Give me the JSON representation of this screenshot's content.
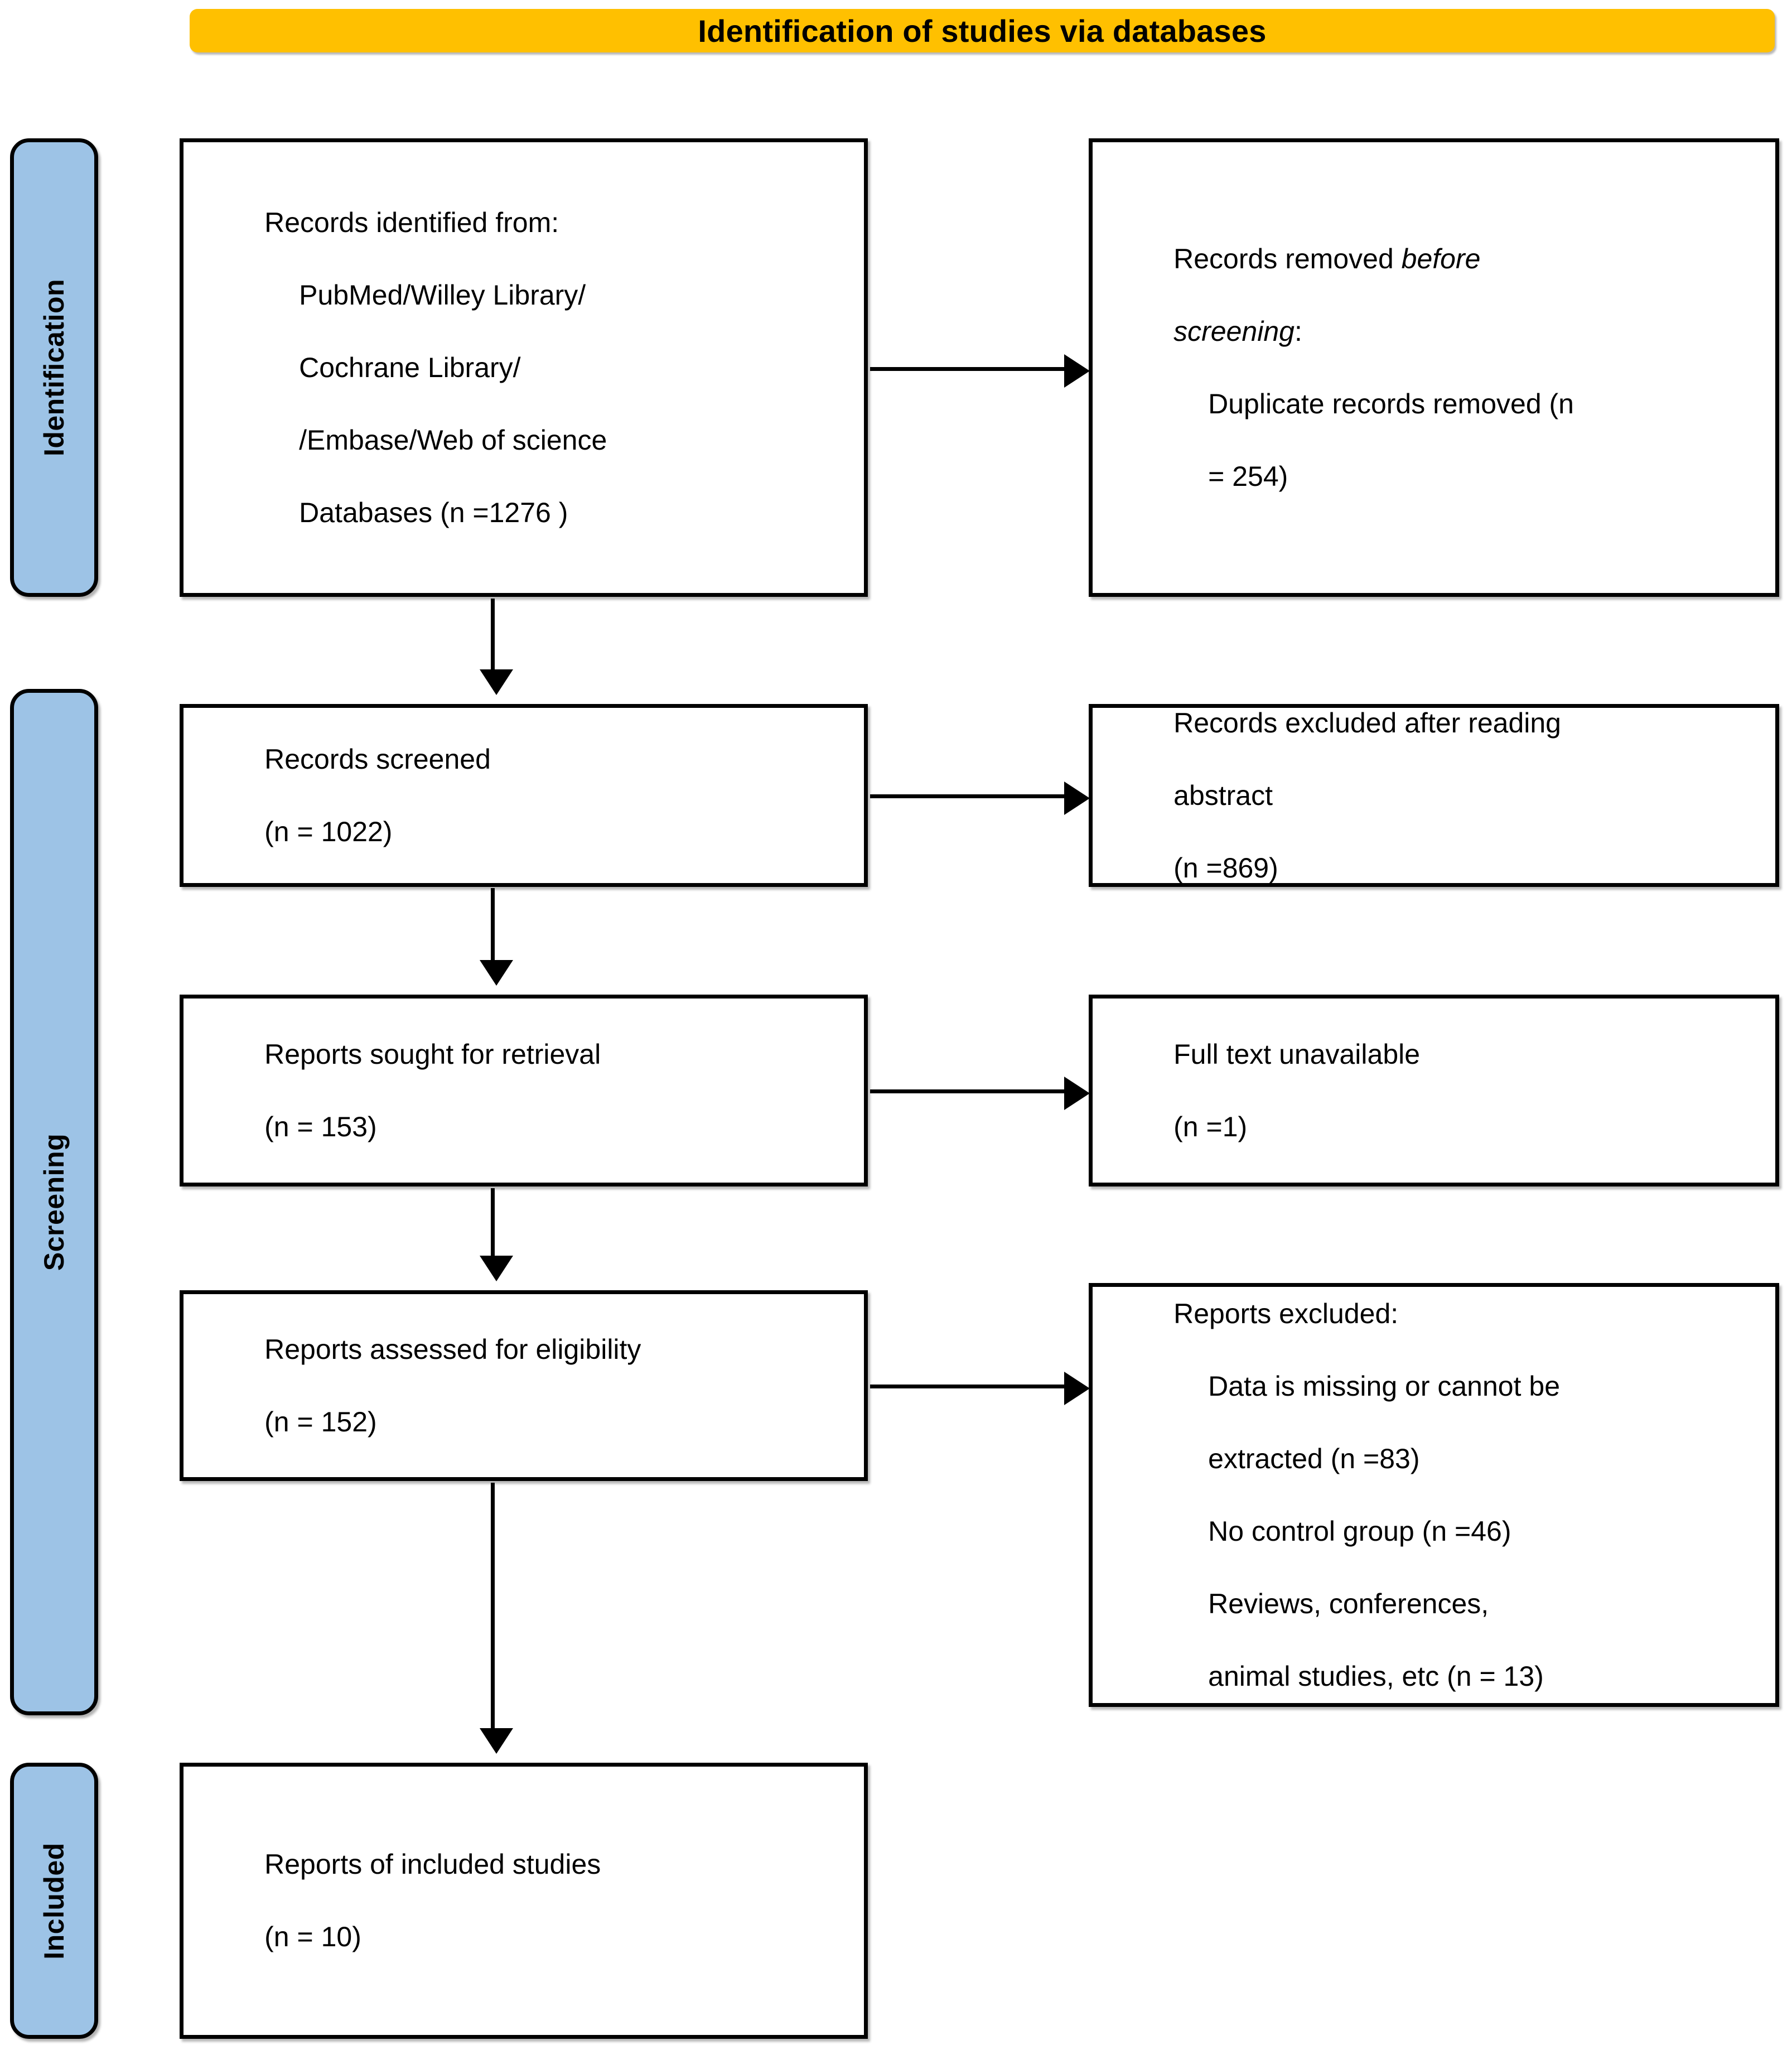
{
  "banner": {
    "title": "Identification of studies via databases",
    "color": "#FFC000"
  },
  "stages": {
    "color": "#9DC3E6",
    "identification": "Identification",
    "screening": "Screening",
    "included": "Included"
  },
  "boxes": {
    "identified": {
      "line1": "Records identified from:",
      "line2": "PubMed/Willey Library/",
      "line3": "Cochrane Library/",
      "line4": "/Embase/Web of science",
      "line5": "Databases (n =1276 )"
    },
    "removed": {
      "line1_a": "Records removed ",
      "line1_b": "before",
      "line2_a": "screening",
      "line2_b": ":",
      "line3": "Duplicate records removed (n",
      "line4": "= 254)"
    },
    "screened": {
      "line1": "Records screened",
      "line2": "(n = 1022)"
    },
    "excluded_abstract": {
      "line1": "Records excluded after reading",
      "line2": "abstract",
      "line3": "(n =869)"
    },
    "sought": {
      "line1": "Reports sought for retrieval",
      "line2": "(n = 153)"
    },
    "fulltext": {
      "line1": "Full text unavailable",
      "line2": "(n =1)"
    },
    "assessed": {
      "line1": "Reports assessed for eligibility",
      "line2": "(n = 152)"
    },
    "excluded_reports": {
      "line1": "Reports excluded:",
      "line2": "Data is missing or cannot be",
      "line3": "extracted (n =83)",
      "line4": "No control group (n =46)",
      "line5": "Reviews, conferences,",
      "line6": "animal studies, etc (n = 13)"
    },
    "included": {
      "line1": "Reports of included studies",
      "line2": "(n = 10)"
    }
  },
  "flow_data": {
    "type": "diagram",
    "records_identified": 1276,
    "duplicates_removed": 254,
    "records_screened": 1022,
    "records_excluded_abstract": 869,
    "reports_sought": 153,
    "full_text_unavailable": 1,
    "reports_assessed": 152,
    "excluded_data_missing": 83,
    "excluded_no_control_group": 46,
    "excluded_reviews_conferences_animal": 13,
    "reports_included": 10
  }
}
